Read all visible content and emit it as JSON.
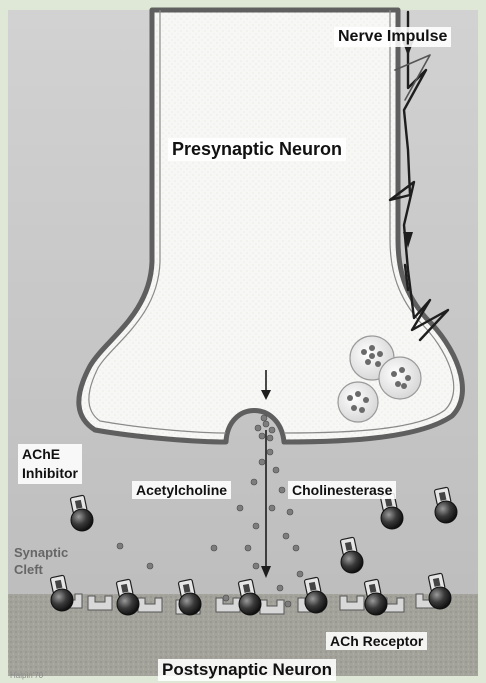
{
  "labels": {
    "presynaptic": "Presynaptic Neuron",
    "nerve_impulse": "Nerve Impulse",
    "ache_inhibitor": "AChE\nInhibitor",
    "acetylcholine": "Acetylcholine",
    "cholinesterase": "Cholinesterase",
    "synaptic_cleft": "Synaptic\nCleft",
    "ach_receptor": "ACh Receptor",
    "postsynaptic": "Postsynaptic Neuron",
    "signature": "Halpin'70"
  },
  "colors": {
    "frame_green": "#dfe8d6",
    "cleft_gray": "#b9b9b9",
    "neuron_fill": "#f7f7f5",
    "membrane": "#6b6b6b",
    "post_neuron": "#9e9e96",
    "molecule_dark": "#2a2a2a"
  }
}
